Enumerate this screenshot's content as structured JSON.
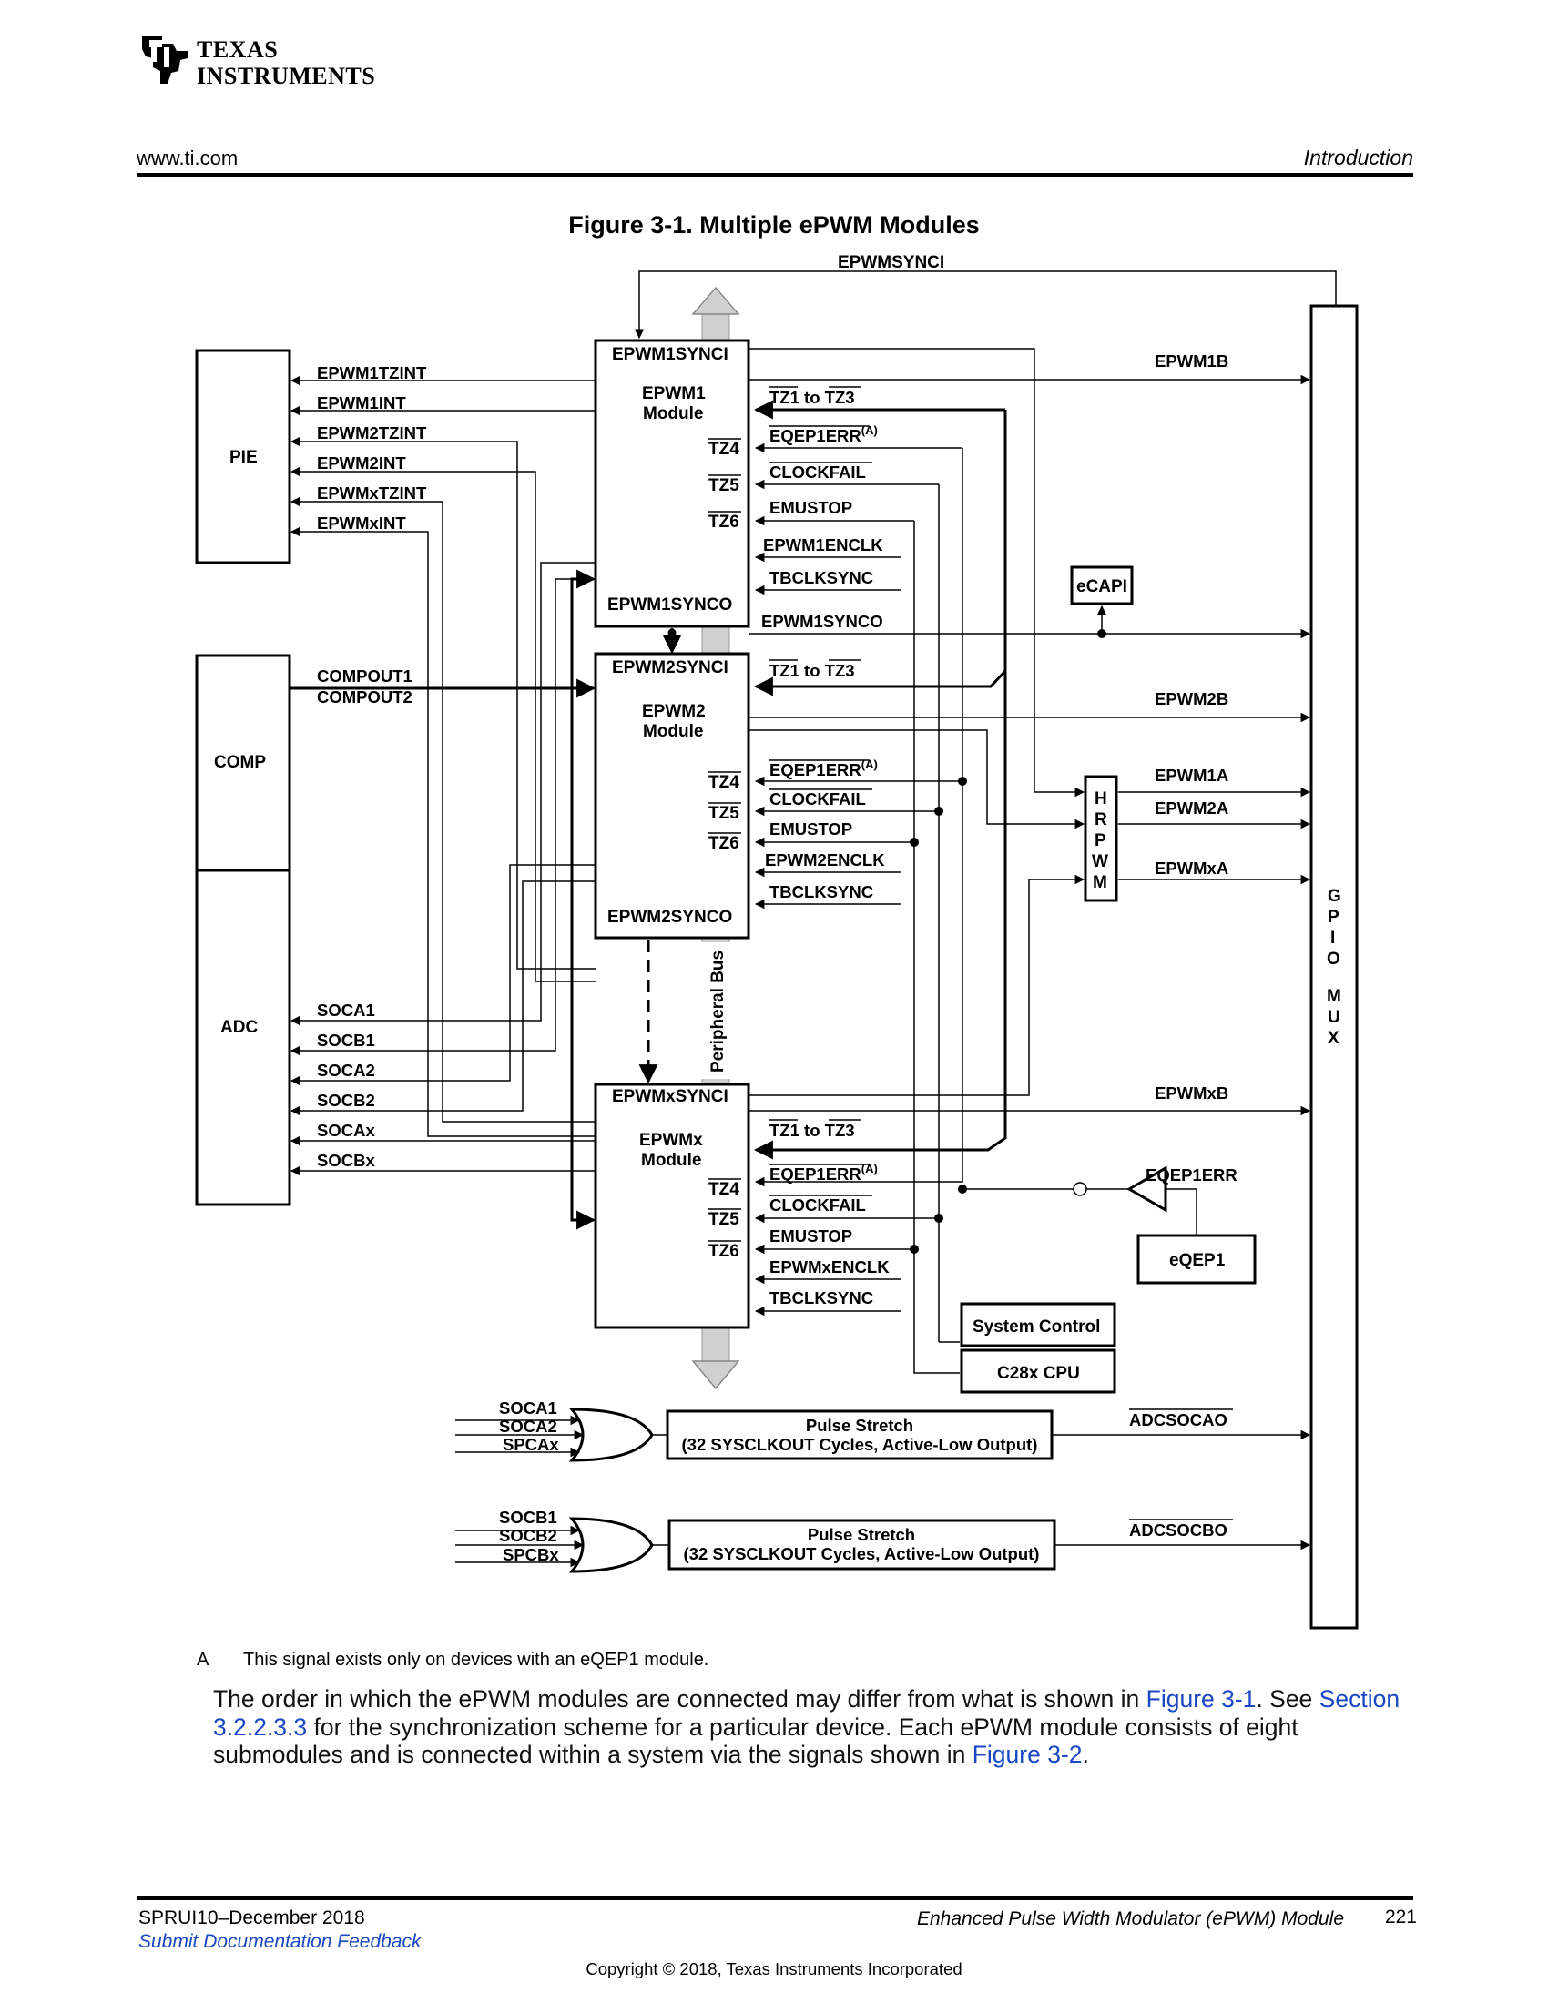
{
  "header": {
    "logo_line1": "Texas",
    "logo_line2": "Instruments",
    "website": "www.ti.com",
    "section": "Introduction"
  },
  "figure": {
    "title": "Figure 3-1. Multiple ePWM Modules",
    "top_signal": "EPWMSYNCI",
    "blocks": {
      "pie": "PIE",
      "comp": "COMP",
      "adc": "ADC",
      "epwm1": [
        "EPWM1",
        "Module"
      ],
      "epwm2": [
        "EPWM2",
        "Module"
      ],
      "epwmx": [
        "EPWMx",
        "Module"
      ],
      "ecap": "eCAPI",
      "hrpwm": [
        "H",
        "R",
        "P",
        "W",
        "M"
      ],
      "gpio_mux": [
        "G",
        "P",
        "I",
        "O",
        "M",
        "U",
        "X"
      ],
      "eqep1": "eQEP1",
      "system_control": "System Control",
      "c28x_cpu": "C28x CPU",
      "peripheral_bus": "Peripheral Bus",
      "pulse_stretch_1": [
        "Pulse Stretch",
        "(32 SYSCLKOUT Cycles, Active-Low Output)"
      ],
      "pulse_stretch_2": [
        "Pulse Stretch",
        "(32 SYSCLKOUT Cycles, Active-Low Output)"
      ]
    },
    "pie_signals": [
      "EPWM1TZINT",
      "EPWM1INT",
      "EPWM2TZINT",
      "EPWM2INT",
      "EPWMxTZINT",
      "EPWMxINT"
    ],
    "comp_signals": [
      "COMPOUT1",
      "COMPOUT2"
    ],
    "adc_signals": [
      "SOCA1",
      "SOCB1",
      "SOCA2",
      "SOCB2",
      "SOCAx",
      "SOCBx"
    ],
    "epwm1_ports": {
      "sync_in": "EPWM1SYNCI",
      "sync_out": "EPWM1SYNCO",
      "tz4": "TZ4",
      "tz5": "TZ5",
      "tz6": "TZ6",
      "tz1_3": [
        "TZ1",
        " to ",
        "TZ3"
      ],
      "eqep_err": "EQEP1ERR",
      "eqep_note": "(A)",
      "clockfail": "CLOCKFAIL",
      "emustop": "EMUSTOP",
      "enclk": "EPWM1ENCLK",
      "tbclksync": "TBCLKSYNC"
    },
    "epwm2_ports": {
      "sync_in": "EPWM2SYNCI",
      "sync_out": "EPWM2SYNCO",
      "tz4": "TZ4",
      "tz5": "TZ5",
      "tz6": "TZ6",
      "tz1_3": [
        "TZ1",
        " to ",
        "TZ3"
      ],
      "eqep_err": "EQEP1ERR",
      "eqep_note": "(A)",
      "clockfail": "CLOCKFAIL",
      "emustop": "EMUSTOP",
      "enclk": "EPWM2ENCLK",
      "tbclksync": "TBCLKSYNC"
    },
    "epwmx_ports": {
      "sync_in": "EPWMxSYNCI",
      "tz4": "TZ4",
      "tz5": "TZ5",
      "tz6": "TZ6",
      "tz1_3": [
        "TZ1",
        " to ",
        "TZ3"
      ],
      "eqep_err": "EQEP1ERR",
      "eqep_note": "(A)",
      "clockfail": "CLOCKFAIL",
      "emustop": "EMUSTOP",
      "enclk": "EPWMxENCLK",
      "tbclksync": "TBCLKSYNC"
    },
    "outputs": {
      "epwm1b": "EPWM1B",
      "epwm1synco": "EPWM1SYNCO",
      "epwm2b": "EPWM2B",
      "epwm1a": "EPWM1A",
      "epwm2a": "EPWM2A",
      "epwmxa": "EPWMxA",
      "epwmxb": "EPWMxB",
      "eqep1err": "EQEP1ERR",
      "adcsocao": "ADCSOCAO",
      "adcsocbo": "ADCSOCBO"
    },
    "or_gate_1_inputs": [
      "SOCA1",
      "SOCA2",
      "SPCAx"
    ],
    "or_gate_2_inputs": [
      "SOCB1",
      "SOCB2",
      "SPCBx"
    ]
  },
  "footnote": {
    "label": "A",
    "text": "This signal exists only on devices with an eQEP1 module."
  },
  "body": {
    "p1": "The order in which the ePWM modules are connected may differ from what is shown in ",
    "link1": "Figure 3-1",
    "p2": ". See ",
    "link2": "Section 3.2.2.3.3",
    "p3": " for the synchronization scheme for a particular device. Each ePWM module consists of eight submodules and is connected within a system via the signals shown in ",
    "link3": "Figure 3-2",
    "p4": "."
  },
  "footer": {
    "doc_id": "SPRUI10–December 2018",
    "feedback": "Submit Documentation Feedback",
    "doc_title": "Enhanced Pulse Width Modulator (ePWM) Module",
    "page": "221",
    "copyright": "Copyright © 2018, Texas Instruments Incorporated"
  }
}
